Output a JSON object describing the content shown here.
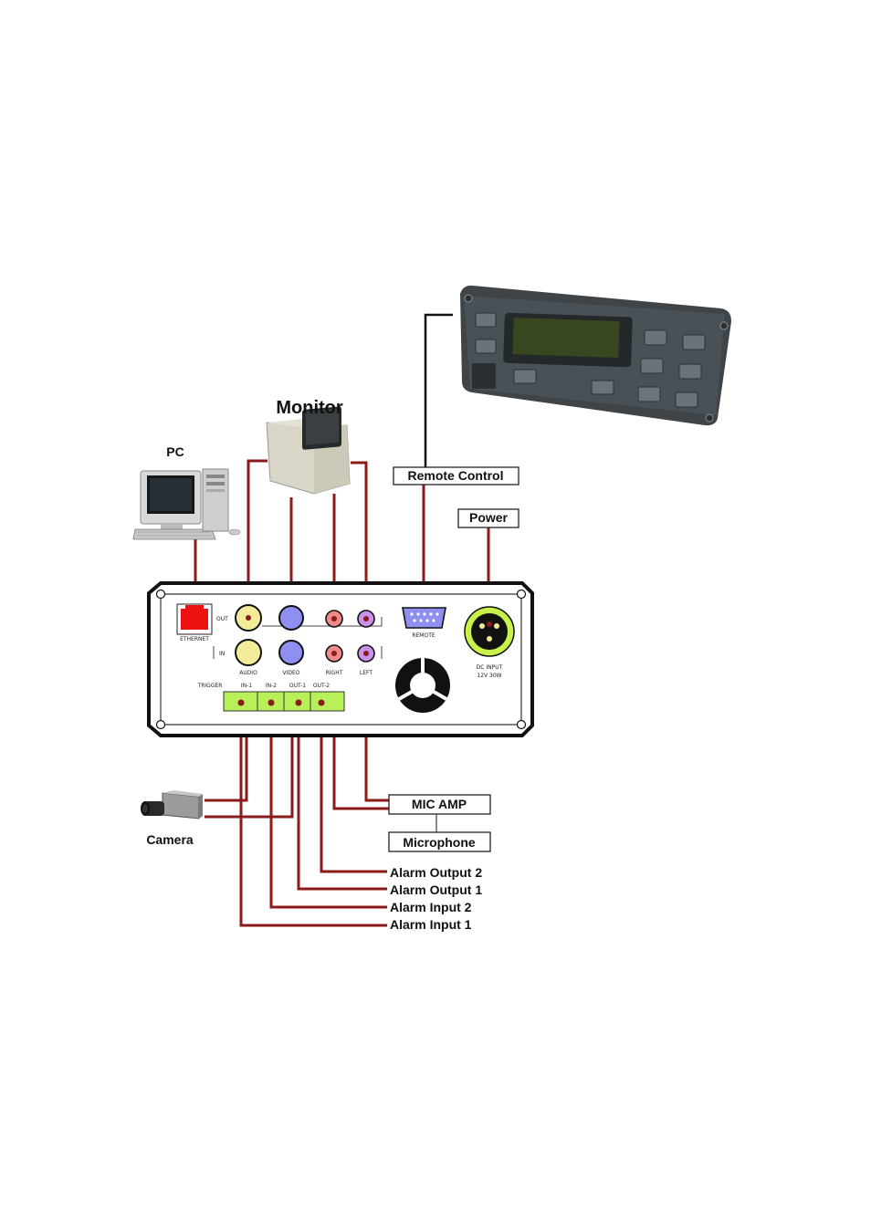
{
  "labels": {
    "monitor": "Monitor",
    "pc": "PC",
    "remote_control": "Remote Control",
    "power": "Power",
    "camera": "Camera",
    "mic_amp": "MIC AMP",
    "microphone": "Microphone",
    "alarm_output_2": "Alarm Output 2",
    "alarm_output_1": "Alarm Output 1",
    "alarm_input_2": "Alarm Input 2",
    "alarm_input_1": "Alarm Input 1"
  },
  "panel": {
    "ethernet": "ETHERNET",
    "out": "OUT",
    "in": "IN",
    "audio": "AUDIO",
    "video": "VIDEO",
    "right": "RIGHT",
    "left": "LEFT",
    "remote": "REMOTE",
    "dc_input": "DC INPUT",
    "dc_voltage": "12V 30W",
    "trigger": "TRIGGER",
    "in1": "IN-1",
    "in2": "IN-2",
    "out1": "OUT-1",
    "out2": "OUT-2"
  },
  "colors": {
    "wire": "#8b1a1a",
    "audio_jack": "#f2ec9a",
    "video_jack": "#8f8ff0",
    "right_jack": "#ef8a8a",
    "left_jack": "#c792e8",
    "ethernet_port": "#ee1111",
    "power_ring": "#c8f24a",
    "terminal_block": "#b8f05a"
  }
}
